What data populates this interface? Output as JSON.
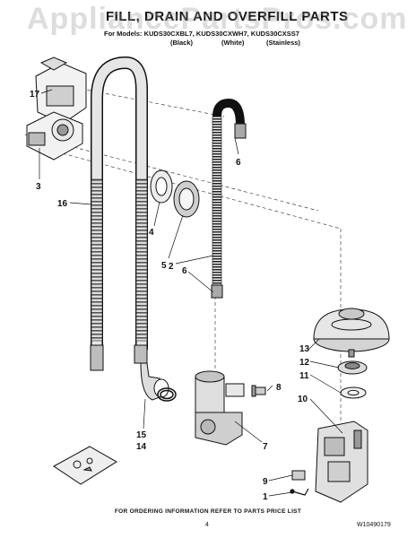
{
  "watermark": "AppliancePartsPros.com",
  "header": {
    "title": "FILL, DRAIN AND OVERFILL PARTS",
    "models_line": "For Models: KUDS30CXBL7, KUDS30CXWH7, KUDS30CXSS7",
    "variants": [
      "(Black)",
      "(White)",
      "(Stainless)"
    ]
  },
  "callouts": [
    "17",
    "3",
    "16",
    "4",
    "5",
    "2",
    "6",
    "6",
    "13",
    "12",
    "11",
    "8",
    "10",
    "7",
    "15",
    "14",
    "9",
    "1"
  ],
  "footer": {
    "note": "FOR ORDERING INFORMATION REFER TO PARTS PRICE LIST",
    "page": "4",
    "doc_number": "W10490179"
  }
}
